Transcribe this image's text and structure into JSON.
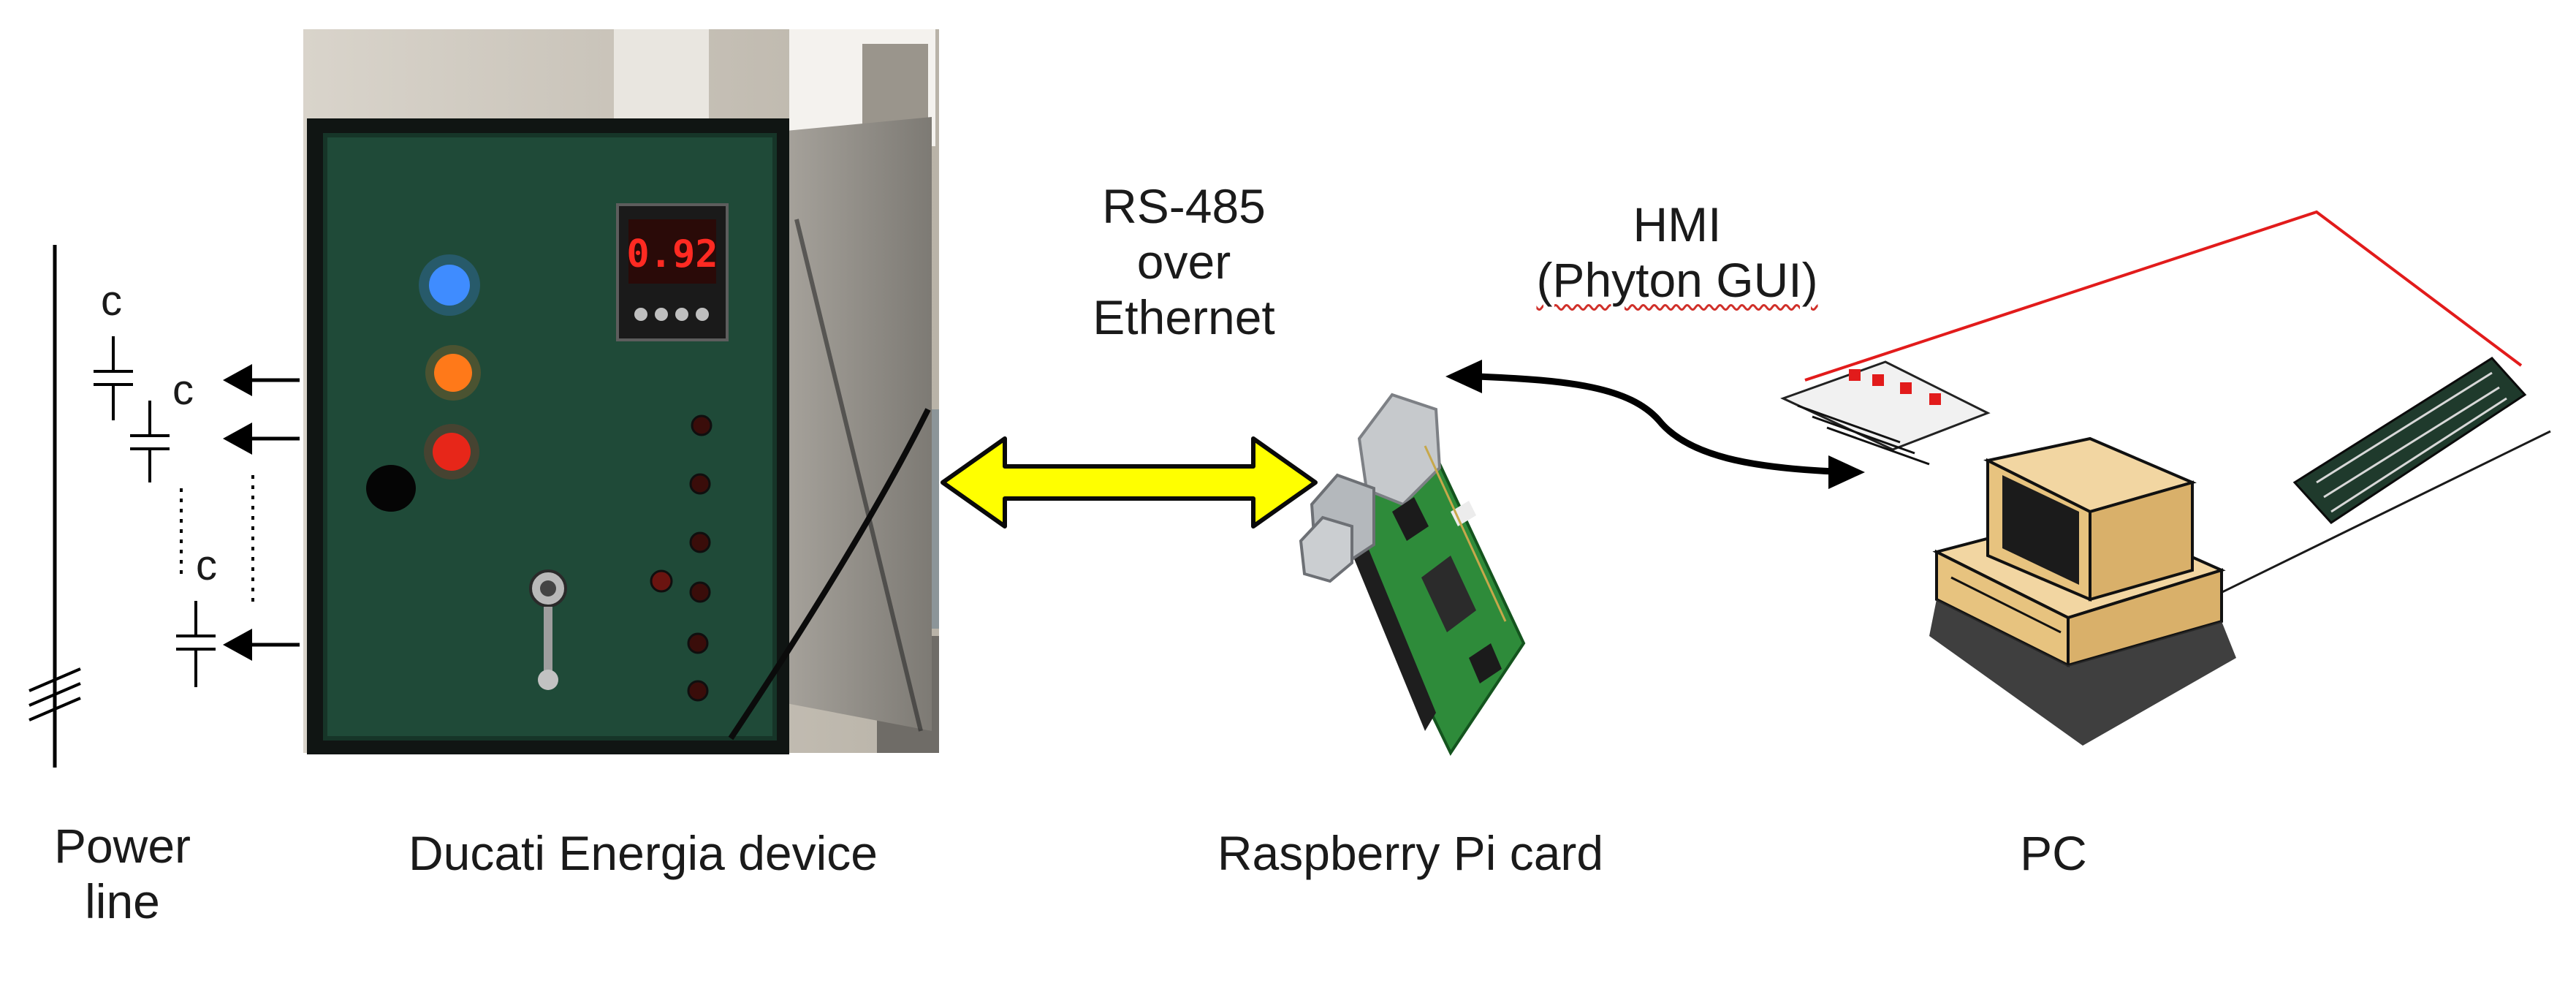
{
  "labels": {
    "rs485": [
      "RS-485",
      "over",
      "Ethernet"
    ],
    "hmi": [
      "HMI",
      "(Phyton GUI)"
    ],
    "power_line": [
      "Power",
      "line"
    ],
    "ducati": "Ducati Energia device",
    "raspberry": "Raspberry Pi card",
    "pc": "PC",
    "capacitor": "c"
  },
  "device": {
    "meter_reading": "0.92"
  },
  "colors": {
    "panel": "#1f4a38",
    "bidirectional_arrow_fill": "#ffff00",
    "cable": "#000000",
    "led_blue": "#3f8cff",
    "led_orange": "#ff7a1a",
    "led_red": "#e8261a",
    "meter_digits": "#ff2a22",
    "pcb": "#2e8b3a",
    "pc_case": "#f2d6a2",
    "network_trace": "#e21b1b"
  }
}
